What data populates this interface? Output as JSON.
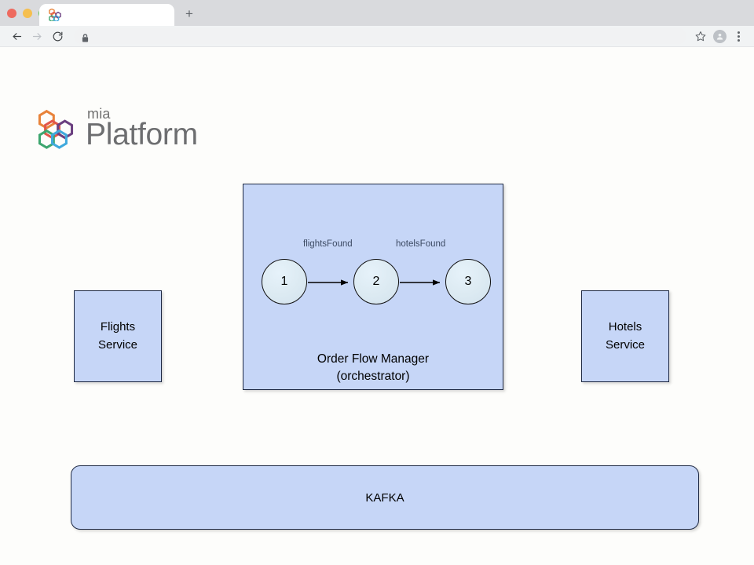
{
  "browser": {
    "window_controls": [
      "close",
      "minimize",
      "zoom"
    ],
    "tab": {
      "title": "",
      "favicon": "mia-platform-hexagon-favicon"
    },
    "new_tab_label": "+",
    "back_label": "←",
    "forward_label": "→",
    "reload_label": "⟳",
    "address_bar": {
      "value": "",
      "placeholder": "",
      "security_icon": "lock-icon"
    },
    "bookmark_icon": "star-icon",
    "profile_icon": "avatar-icon",
    "menu_icon": "kebab-menu-icon"
  },
  "logo": {
    "mark": "mia-platform-hexagons",
    "line1": "mia",
    "line2": "Platform",
    "hex_colors": {
      "orange": "#e8833a",
      "red": "#e2564a",
      "purple": "#6b3f80",
      "green": "#3da66f",
      "blue": "#3fa9dd"
    },
    "text_color": "#6d6e70"
  },
  "diagram": {
    "type": "architecture-diagram",
    "boxes": [
      {
        "id": "flights-service",
        "label_line1": "Flights",
        "label_line2": "Service"
      },
      {
        "id": "orchestrator",
        "label_line1": "Order Flow Manager",
        "label_line2": "(orchestrator)"
      },
      {
        "id": "hotels-service",
        "label_line1": "Hotels",
        "label_line2": "Service"
      }
    ],
    "states": [
      {
        "id": "state-1",
        "label": "1"
      },
      {
        "id": "state-2",
        "label": "2"
      },
      {
        "id": "state-3",
        "label": "3"
      }
    ],
    "edges": [
      {
        "from": "1",
        "to": "2",
        "label": "flightsFound"
      },
      {
        "from": "2",
        "to": "3",
        "label": "hotelsFound"
      }
    ],
    "bus": {
      "id": "kafka",
      "label": "KAFKA"
    },
    "colors": {
      "box_fill": "#c6d6f7",
      "box_border": "#1f2a44",
      "state_fill": "#dceaf2",
      "state_border": "#111111",
      "edge_label": "#3c4a63",
      "page_background": "#fdfdfb"
    }
  }
}
